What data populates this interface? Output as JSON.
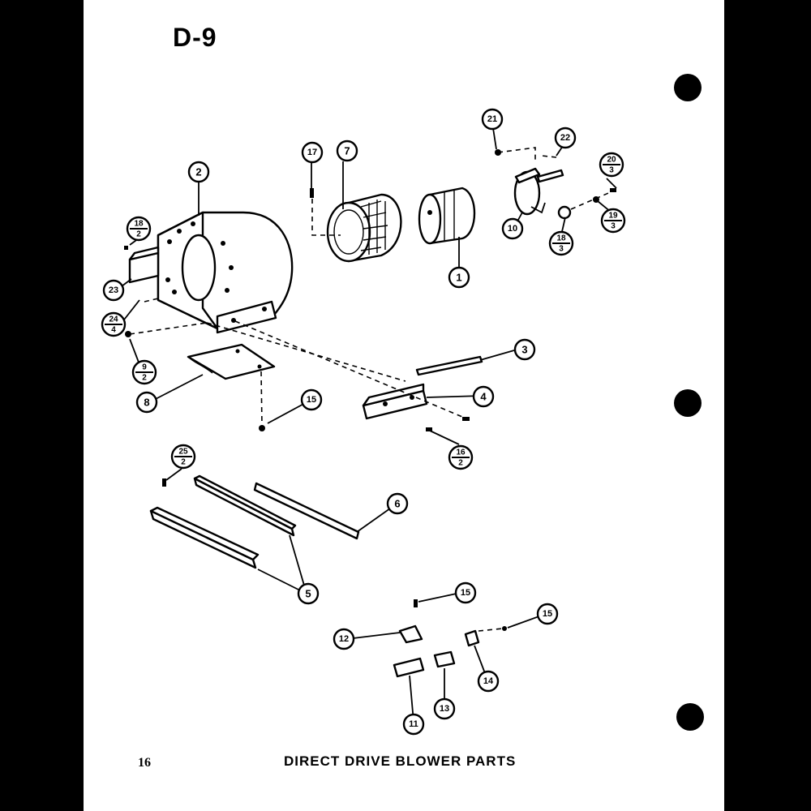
{
  "header": {
    "sheet_id": "D-9",
    "page_number": "16",
    "title": "DIRECT DRIVE BLOWER PARTS"
  },
  "callouts": [
    {
      "id": "c1",
      "text": "1"
    },
    {
      "id": "c2",
      "text": "2"
    },
    {
      "id": "c3",
      "text": "3"
    },
    {
      "id": "c4",
      "text": "4"
    },
    {
      "id": "c5",
      "text": "5"
    },
    {
      "id": "c6",
      "text": "6"
    },
    {
      "id": "c7",
      "text": "7"
    },
    {
      "id": "c8",
      "text": "8"
    },
    {
      "id": "c10",
      "text": "10"
    },
    {
      "id": "c11",
      "text": "11"
    },
    {
      "id": "c12",
      "text": "12"
    },
    {
      "id": "c13",
      "text": "13"
    },
    {
      "id": "c14",
      "text": "14"
    },
    {
      "id": "c15a",
      "text": "15"
    },
    {
      "id": "c15b",
      "text": "15"
    },
    {
      "id": "c15c",
      "text": "15"
    },
    {
      "id": "c17",
      "text": "17"
    },
    {
      "id": "c21",
      "text": "21"
    },
    {
      "id": "c22",
      "text": "22"
    },
    {
      "id": "c23",
      "text": "23"
    }
  ],
  "split_callouts": [
    {
      "id": "s18_2",
      "top": "18",
      "bottom": "2"
    },
    {
      "id": "s24_4",
      "top": "24",
      "bottom": "4"
    },
    {
      "id": "s9_2",
      "top": "9",
      "bottom": "2"
    },
    {
      "id": "s20_3",
      "top": "20",
      "bottom": "3"
    },
    {
      "id": "s19_3",
      "top": "19",
      "bottom": "3"
    },
    {
      "id": "s18_3",
      "top": "18",
      "bottom": "3"
    },
    {
      "id": "s16_2",
      "top": "16",
      "bottom": "2"
    },
    {
      "id": "s25_2",
      "top": "25",
      "bottom": "2"
    }
  ]
}
